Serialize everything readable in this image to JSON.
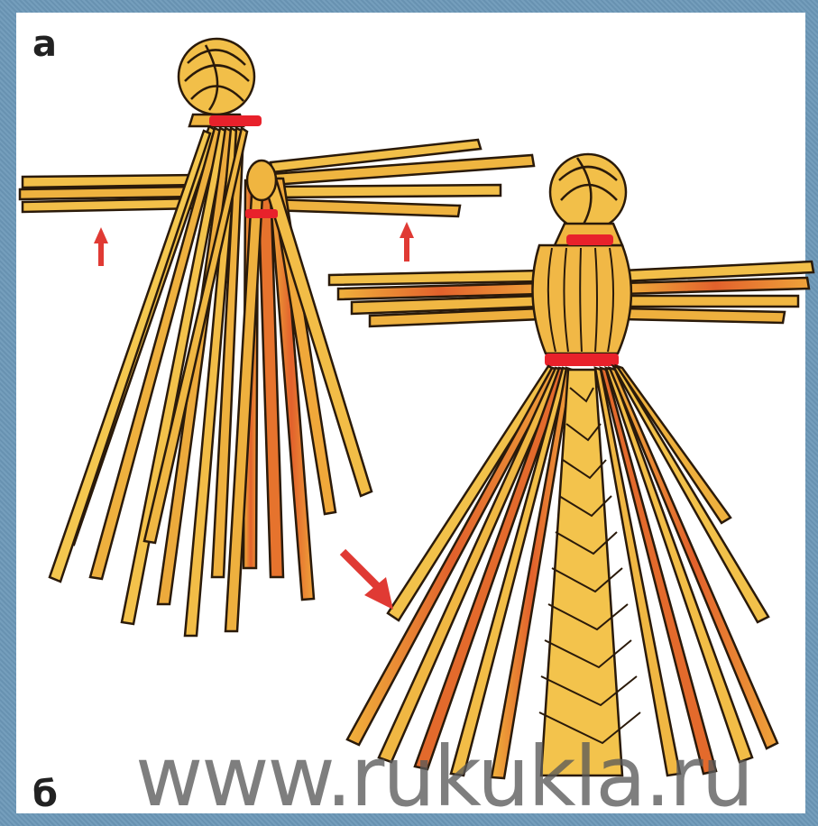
{
  "labels": {
    "step_a": "а",
    "step_b": "б"
  },
  "watermark": "www.rukukla.ru",
  "colors": {
    "straw": "#f2c14a",
    "straw_dark": "#e08a2a",
    "straw_red": "#e2582a",
    "thread": "#e8212b",
    "arrow": "#e03a34",
    "frame": "#6c98b8"
  }
}
